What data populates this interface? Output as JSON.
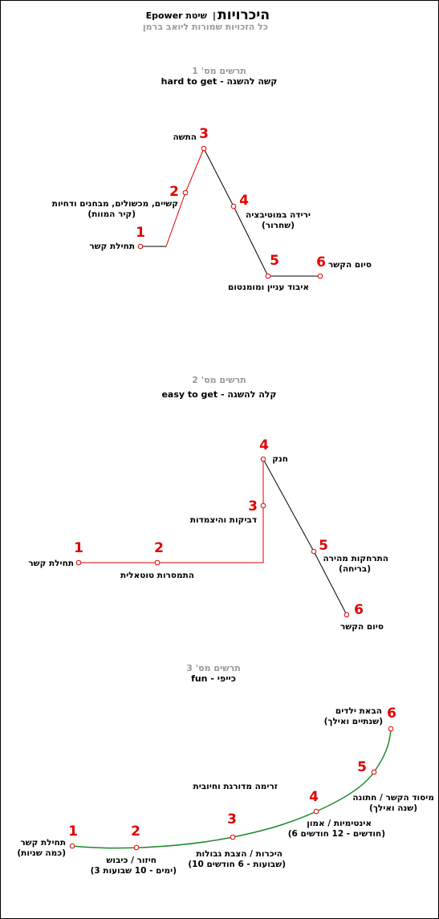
{
  "header": {
    "title_main": "היכרויות",
    "title_sep": " | ",
    "title_brand": "Epower שיטת",
    "subtitle": "כל הזכויות שמורות ליואב ברמן"
  },
  "diagrams": [
    {
      "heading": "תרשים מס' 1",
      "subheading": "hard to get - קשה להשגה",
      "points": [
        {
          "num": "1",
          "lines": [
            "תחילת קשר"
          ]
        },
        {
          "num": "2",
          "lines": [
            "קשיים, מכשולים, מבחנים ודחיות",
            "(קיר המוות)"
          ]
        },
        {
          "num": "3",
          "lines": [
            "התשה"
          ]
        },
        {
          "num": "4",
          "lines": [
            "ירידה במוטיבציה",
            "(שחרור)"
          ]
        },
        {
          "num": "5",
          "lines": [
            "איבוד עניין ומומנטום"
          ]
        },
        {
          "num": "6",
          "lines": [
            "סיום הקשר"
          ]
        }
      ],
      "colors": {
        "rise": "#e00000",
        "fall": "#000000"
      }
    },
    {
      "heading": "תרשים מס' 2",
      "subheading": "easy to get - קלה להשגה",
      "points": [
        {
          "num": "1",
          "lines": [
            "תחילת קשר"
          ]
        },
        {
          "num": "2",
          "lines": [
            "התמסרות טוטאלית"
          ]
        },
        {
          "num": "3",
          "lines": [
            "דביקות והיצמדות"
          ]
        },
        {
          "num": "4",
          "lines": [
            "חנק"
          ]
        },
        {
          "num": "5",
          "lines": [
            "התרחקות מהירה",
            "(בריחה)"
          ]
        },
        {
          "num": "6",
          "lines": [
            "סיום הקשר"
          ]
        }
      ],
      "colors": {
        "rise": "#e00000",
        "fall": "#000000"
      }
    },
    {
      "heading": "תרשים מס' 3",
      "subheading": "fun - כייפי",
      "extra_label": "זרימה מדורגת וחיובית",
      "points": [
        {
          "num": "1",
          "lines": [
            "תחילת קשר",
            "(כמה שניות)"
          ]
        },
        {
          "num": "2",
          "lines": [
            "חיזור / כיבוש",
            "(3 ימים - 10 שבועות)"
          ]
        },
        {
          "num": "3",
          "lines": [
            "היכרות / הצבת גבולות",
            "(10 שבועות - 6 חודשים)"
          ]
        },
        {
          "num": "4",
          "lines": [
            "אינטימיות / אמון",
            "(6 חודשים - 12 חודשים)"
          ]
        },
        {
          "num": "5",
          "lines": [
            "מיסוד הקשר / חתונה",
            "(שנה ואילך)"
          ]
        },
        {
          "num": "6",
          "lines": [
            "הבאת ילדים",
            "(שנתיים ואילך)"
          ]
        }
      ],
      "colors": {
        "curve": "#1a8a2a"
      }
    }
  ],
  "colors": {
    "number": "#e00000",
    "marker": "#e00000",
    "subtitle": "#9a9a9a"
  }
}
